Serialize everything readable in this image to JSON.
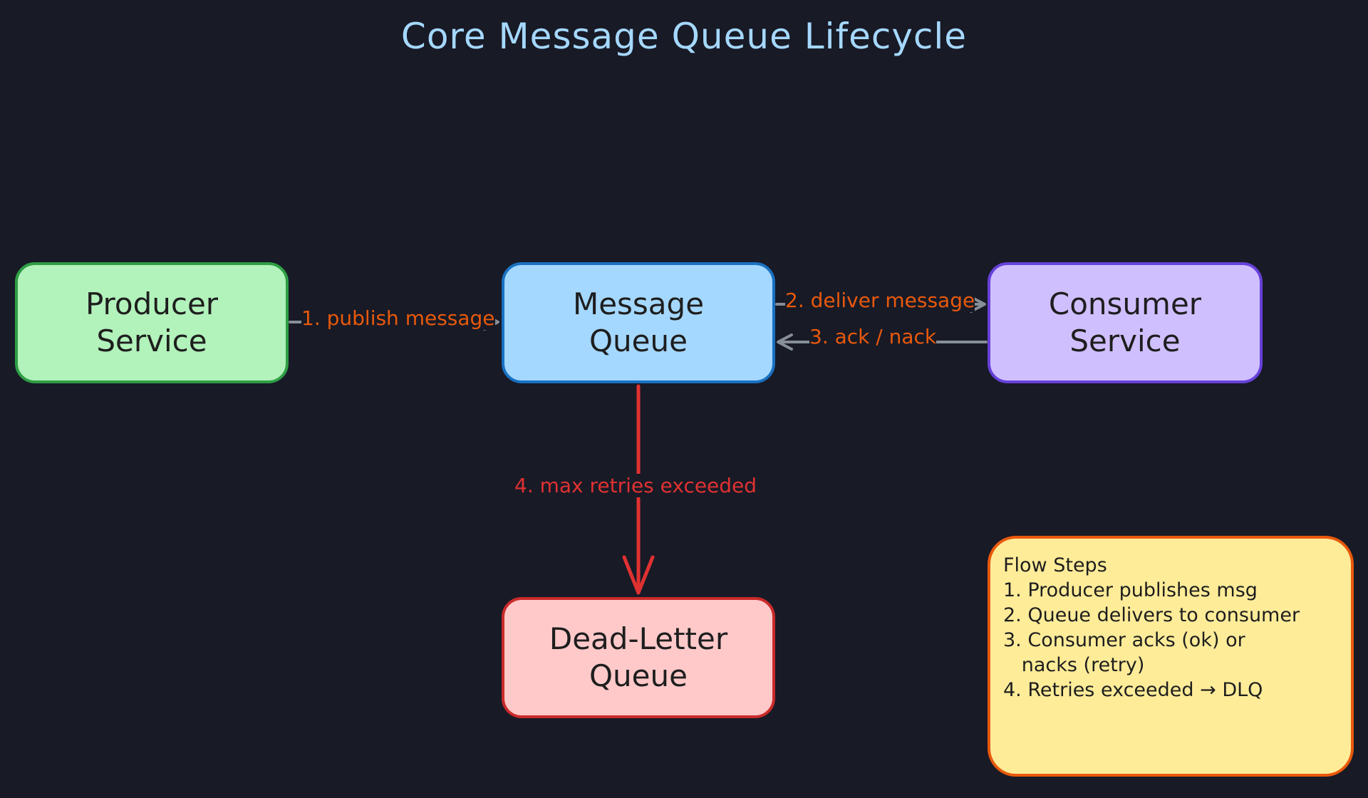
{
  "title": "Core Message Queue Lifecycle",
  "nodes": {
    "producer": {
      "line1": "Producer",
      "line2": "Service"
    },
    "queue": {
      "line1": "Message",
      "line2": "Queue"
    },
    "consumer": {
      "line1": "Consumer",
      "line2": "Service"
    },
    "dlq": {
      "line1": "Dead-Letter",
      "line2": "Queue"
    }
  },
  "edges": {
    "publish": "1. publish message",
    "deliver": "2. deliver message",
    "ack": "3. ack / nack",
    "retries": "4. max retries exceeded"
  },
  "note": {
    "heading": "Flow Steps",
    "lines": [
      "1. Producer publishes msg",
      "2. Queue delivers to consumer",
      "3. Consumer acks (ok) or",
      "   nacks (retry)",
      "4. Retries exceeded → DLQ"
    ]
  },
  "colors": {
    "background": "#181a26",
    "title": "#a5d8ff",
    "edge_gray": "#868e96",
    "edge_red": "#e03131",
    "label_orange": "#e8590c"
  }
}
